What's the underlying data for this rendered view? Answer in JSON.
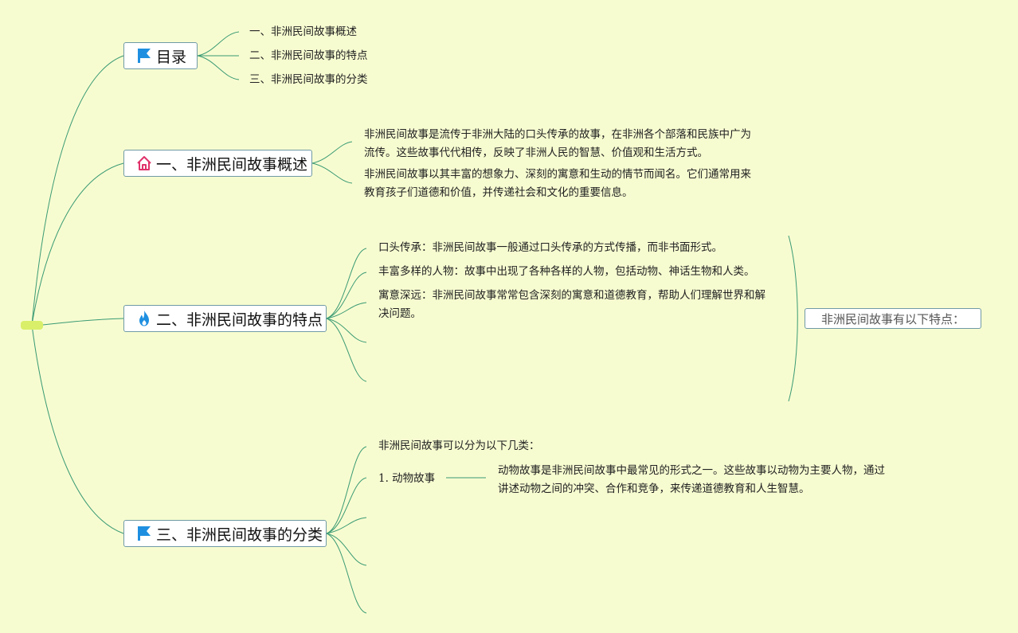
{
  "topics": {
    "toc": {
      "label": "目录",
      "icon": "flag-icon"
    },
    "overview": {
      "label": "一、非洲民间故事概述",
      "icon": "house-icon"
    },
    "features": {
      "label": "二、非洲民间故事的特点",
      "icon": "fire-icon"
    },
    "categories": {
      "label": "三、非洲民间故事的分类",
      "icon": "flag-icon"
    }
  },
  "toc_items": [
    "一、非洲民间故事概述",
    "二、非洲民间故事的特点",
    "三、非洲民间故事的分类"
  ],
  "overview_paras": [
    "非洲民间故事是流传于非洲大陆的口头传承的故事，在非洲各个部落和民族中广为流传。这些故事代代相传，反映了非洲人民的智慧、价值观和生活方式。",
    "非洲民间故事以其丰富的想象力、深刻的寓意和生动的情节而闻名。它们通常用来教育孩子们道德和价值，并传递社会和文化的重要信息。"
  ],
  "feature_items": [
    "口头传承：非洲民间故事一般通过口头传承的方式传播，而非书面形式。",
    "丰富多样的人物：故事中出现了各种各样的人物，包括动物、神话生物和人类。",
    "寓意深远：非洲民间故事常常包含深刻的寓意和道德教育，帮助人们理解世界和解决问题。"
  ],
  "features_summary": "非洲民间故事有以下特点：",
  "category_items": {
    "intro": "非洲民间故事可以分为以下几类：",
    "animal": "1. 动物故事",
    "animal_desc": "动物故事是非洲民间故事中最常见的形式之一。这些故事以动物为主要人物，通过讲述动物之间的冲突、合作和竞争，来传递道德教育和人生智慧。"
  },
  "colors": {
    "background": "#f7fcd0",
    "line": "#3a9a74",
    "flag": "#1e8fe0",
    "house": "#e0336b",
    "fire": "#1e8fe0",
    "root": "#d9ef6a"
  }
}
